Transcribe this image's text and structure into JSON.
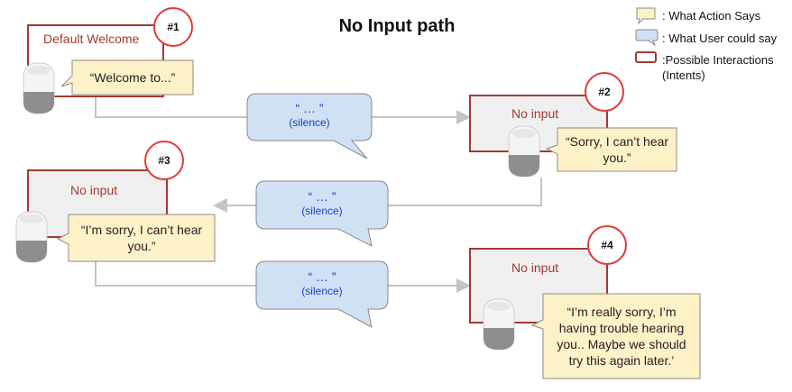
{
  "title": "No Input path",
  "legend": {
    "action_says": ": What Action Says",
    "user_says": ": What User could say",
    "interactions": ":Possible Interactions (Intents)"
  },
  "intents": [
    {
      "label": "Default Welcome",
      "badge": "#1"
    },
    {
      "label": "No input",
      "badge": "#2"
    },
    {
      "label": "No input",
      "badge": "#3"
    },
    {
      "label": "No input",
      "badge": "#4"
    }
  ],
  "action_says": [
    "“Welcome to...”",
    "“Sorry, I can’t hear you.”",
    "“I’m sorry, I can’t hear you.”",
    "“I’m really sorry, I’m having trouble hearing you.. Maybe we should try this again later.’"
  ],
  "user_says": [
    {
      "dots": "“ … ”",
      "text": "(silence)"
    },
    {
      "dots": "“ … ”",
      "text": "(silence)"
    },
    {
      "dots": "“ … ”",
      "text": "(silence)"
    }
  ],
  "colors": {
    "intent_border": "#a23a30",
    "action_bubble": "#fdf1c8",
    "user_bubble": "#cfe1f3",
    "badge_border": "#e03a3a",
    "connector": "#c4c4c4"
  }
}
